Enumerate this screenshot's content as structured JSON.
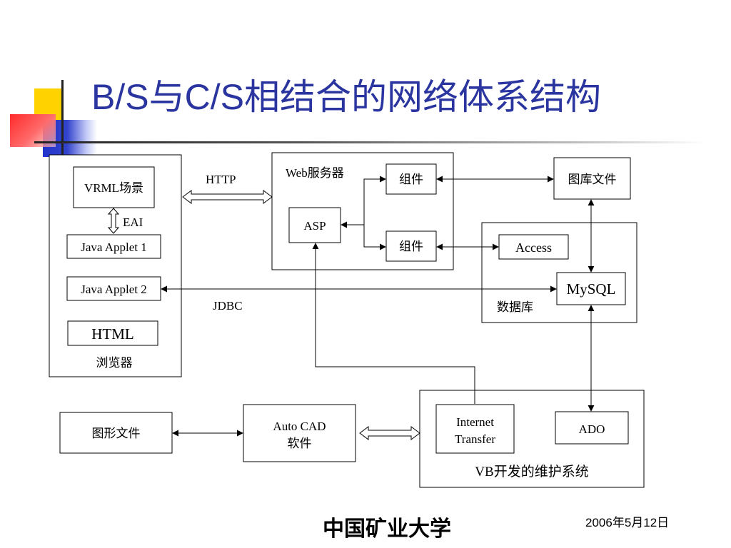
{
  "slide": {
    "title": "B/S与C/S相结合的网络体系结构",
    "footer_school": "中国矿业大学",
    "footer_date": "2006年5月12日"
  },
  "colors": {
    "title": "#2b35a0",
    "accent_yellow": "#ffd200",
    "accent_red": "#ff3b3b",
    "accent_blue": "#3344cc"
  },
  "diagram": {
    "browser": {
      "label": "浏览器",
      "vrml": "VRML场景",
      "eai": "EAI",
      "applet1": "Java Applet 1",
      "applet2": "Java Applet 2",
      "html": "HTML"
    },
    "web_server": {
      "label": "Web服务器",
      "asp": "ASP",
      "component_top": "组件",
      "component_bottom": "组件"
    },
    "gallery_files": "图库文件",
    "database": {
      "label": "数据库",
      "access": "Access",
      "mysql": "MySQL"
    },
    "links": {
      "http": "HTTP",
      "jdbc": "JDBC"
    },
    "graphic_files": "图形文件",
    "autocad": {
      "line1": "Auto CAD",
      "line2": "软件"
    },
    "vb_system": {
      "label": "VB开发的维护系统",
      "internet_transfer_line1": "Internet",
      "internet_transfer_line2": "Transfer",
      "ado": "ADO"
    }
  }
}
